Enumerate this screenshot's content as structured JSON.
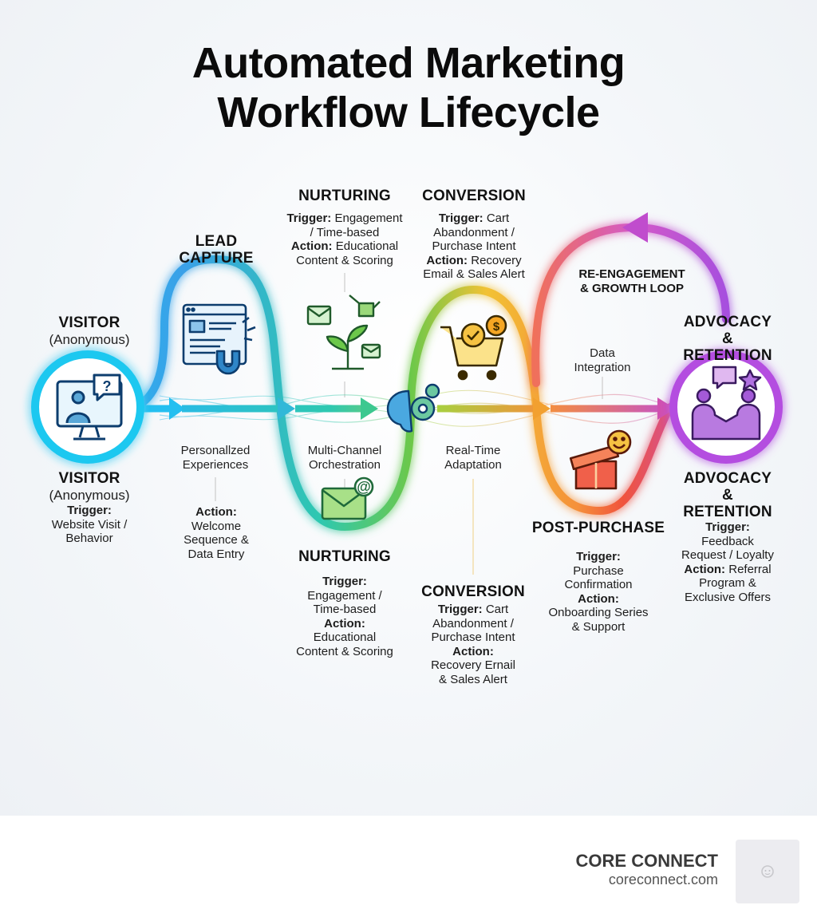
{
  "title": {
    "line1": "Automated Marketing",
    "line2": "Workflow Lifecycle"
  },
  "colors": {
    "cyan": "#1ec8f0",
    "blue": "#3aa0e8",
    "teal": "#2ec8b0",
    "green": "#6cc84a",
    "yellow": "#f2c234",
    "orange": "#f5903a",
    "red": "#f0533d",
    "magenta": "#c24fd0",
    "purple": "#9b4ee0"
  },
  "stages": {
    "visitor_top": {
      "heading": "VISITOR",
      "sub": "(Anonymous)"
    },
    "visitor_bottom": {
      "heading": "VISITOR",
      "sub": "(Anonymous)",
      "trigger_label": "Trigger:",
      "trigger_l1": "Website Visit /",
      "trigger_l2": "Behavior"
    },
    "lead_capture_top": {
      "heading_l1": "LEAD",
      "heading_l2": "CAPTURE"
    },
    "lead_capture_bottom": {
      "action_label": "Action:",
      "action_l1": "Welcome",
      "action_l2": "Sequence &",
      "action_l3": "Data Entry"
    },
    "nurturing_top": {
      "heading": "NURTURING",
      "trigger_label": "Trigger:",
      "trigger_l1": " Engagement",
      "trigger_l2": "/ Time-based",
      "action_label": "Action:",
      "action_l1": " Educational",
      "action_l2": "Content & Scoring"
    },
    "nurturing_bottom": {
      "heading": "NURTURING",
      "trigger_label": "Trigger:",
      "trigger_l1": "Engagement /",
      "trigger_l2": "Time-based",
      "action_label": "Action:",
      "action_l1": "Educational",
      "action_l2": "Content & Scoring"
    },
    "conversion_top": {
      "heading": "CONVERSION",
      "trigger_label": "Trigger:",
      "trigger_l1": " Cart",
      "trigger_l2": "Abandonment /",
      "trigger_l3": "Purchase Intent",
      "action_label": "Action:",
      "action_l1": " Recovery",
      "action_l2": "Email & Sales Alert"
    },
    "conversion_bottom": {
      "heading": "CONVERSION",
      "trigger_label": "Trigger:",
      "trigger_l1": " Cart",
      "trigger_l2": "Abandonment /",
      "trigger_l3": "Purchase Intent",
      "action_label": "Action:",
      "action_l1": "Recovery Ernail",
      "action_l2": "& Sales Alert"
    },
    "post_purchase": {
      "heading": "POST-PURCHASE",
      "trigger_label": "Trigger:",
      "trigger_l1": "Purchase",
      "trigger_l2": "Confirmation",
      "action_label": "Action:",
      "action_l1": "Onboarding Series",
      "action_l2": "& Support"
    },
    "advocacy_top": {
      "heading_l1": "ADVOCACY",
      "heading_l2": "& RETENTION"
    },
    "advocacy_bottom": {
      "heading_l1": "ADVOCACY",
      "heading_l2": "& RETENTION",
      "trigger_label": "Trigger:",
      "trigger_l1": "Feedback",
      "trigger_l2": "Request / Loyalty",
      "action_label": "Action:",
      "action_l1": " Referral",
      "action_l2": "Program &",
      "action_l3": "Exclusive Offers"
    }
  },
  "mid_labels": {
    "personalized": {
      "l1": "Personallzed",
      "l2": "Experiences"
    },
    "orchestration": {
      "l1": "Multi-Channel",
      "l2": "Orchestration"
    },
    "adaptation": {
      "l1": "Real-Time",
      "l2": "Adaptation"
    },
    "data_integration": {
      "l1": "Data",
      "l2": "Integration"
    }
  },
  "loop_label": {
    "l1": "RE-ENGAGEMENT",
    "l2": "& GROWTH LOOP"
  },
  "icons": [
    "visitor-monitor-icon",
    "landing-page-magnet-icon",
    "seedling-watering-icon",
    "email-at-icon",
    "brain-gear-icon",
    "cart-dollar-icon",
    "gift-smile-icon",
    "handshake-chat-icon"
  ],
  "footer": {
    "brand": "CORE CONNECT",
    "url": "coreconnect.com"
  }
}
